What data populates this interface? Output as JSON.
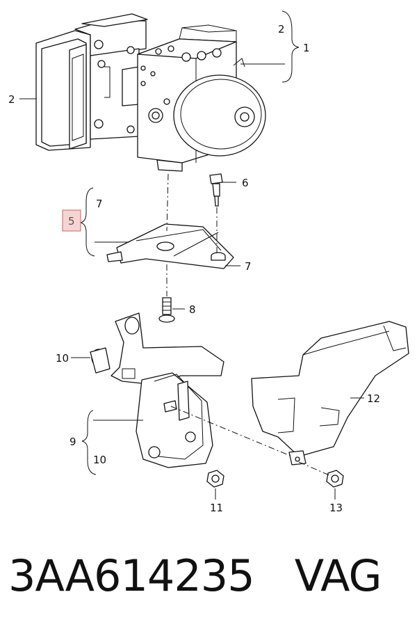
{
  "callouts": {
    "c1": "1",
    "c2_top": "2",
    "c2_left": "2",
    "c5": "5",
    "c6": "6",
    "c7_upper": "7",
    "c7_right": "7",
    "c8": "8",
    "c9": "9",
    "c10_left": "10",
    "c10_lower": "10",
    "c11": "11",
    "c12": "12",
    "c13": "13"
  },
  "caption": {
    "part_number": "3AA614235",
    "brand": "VAG"
  },
  "colors": {
    "highlight_fill": "#f6d4d4",
    "highlight_border": "#d87a7a",
    "ink": "#111111"
  }
}
